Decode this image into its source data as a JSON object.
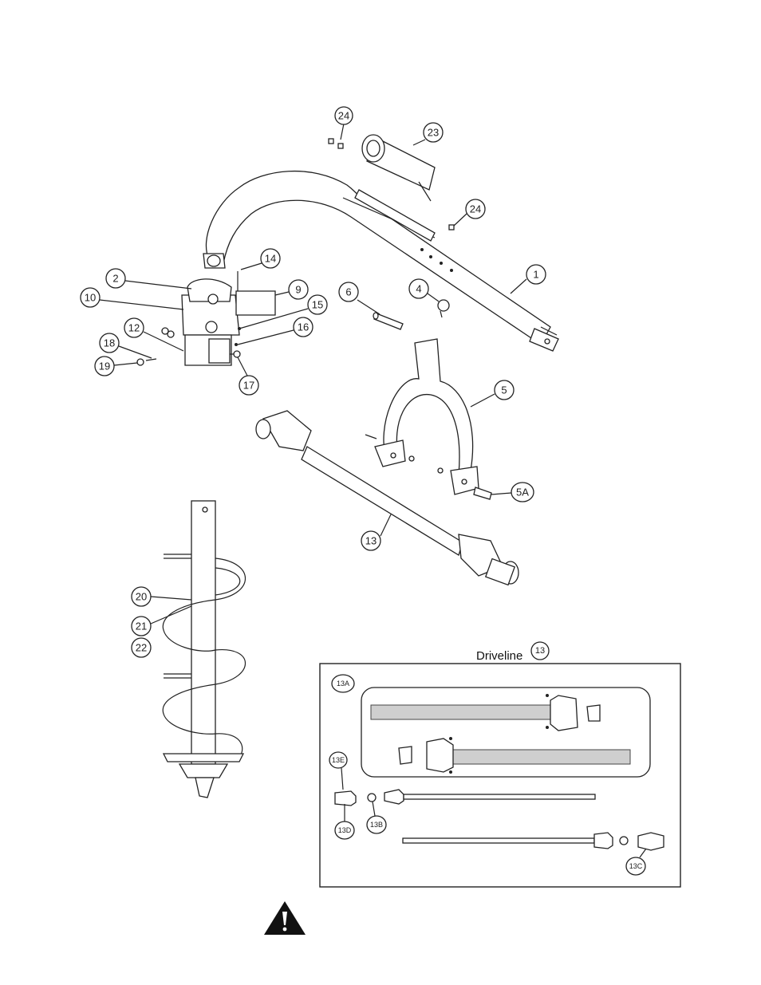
{
  "driveline": {
    "title": "Driveline",
    "ref": "13"
  },
  "callouts": {
    "c1": "1",
    "c2": "2",
    "c4": "4",
    "c5": "5",
    "c5a": "5A",
    "c6": "6",
    "c9": "9",
    "c10": "10",
    "c12": "12",
    "c13": "13",
    "c14": "14",
    "c15": "15",
    "c16": "16",
    "c17": "17",
    "c18": "18",
    "c19": "19",
    "c20": "20",
    "c21": "21",
    "c22": "22",
    "c23": "23",
    "c24a": "24",
    "c24b": "24"
  },
  "driveline_callouts": {
    "a": "13A",
    "b": "13B",
    "c": "13C",
    "d": "13D",
    "e": "13E"
  },
  "warning": {
    "icon": "warning-triangle-icon"
  }
}
